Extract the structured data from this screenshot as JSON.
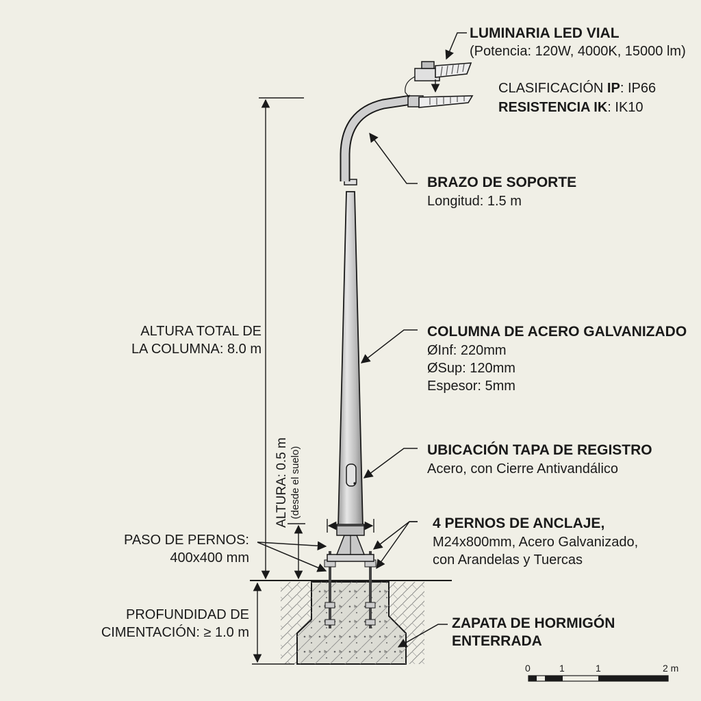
{
  "luminaire": {
    "title": "LUMINARIA LED VIAL",
    "spec": "(Potencia: 120W, 4000K, 15000 lm)",
    "ip_label": "CLASIFICACIÓN ",
    "ip_key": "IP",
    "ip_value": ": IP66",
    "ik_key": "RESISTENCIA IK",
    "ik_value": ": IK10"
  },
  "arm": {
    "title": "BRAZO DE SOPORTE",
    "length": "Longitud: 1.5 m"
  },
  "column": {
    "title": "COLUMNA DE ACERO GALVANIZADO",
    "d_inf": "ØInf: 220mm",
    "d_sup": "ØSup: 120mm",
    "thickness": "Espesor: 5mm"
  },
  "access_panel": {
    "title": "UBICACIÓN TAPA DE REGISTRO",
    "spec": "Acero, con Cierre Antivandálico"
  },
  "anchor_bolts": {
    "title": "4 PERNOS DE ANCLAJE,",
    "spec_1": "M24x800mm, Acero Galvanizado,",
    "spec_2": "con Arandelas y Tuercas"
  },
  "footing": {
    "title_1": "ZAPATA DE HORMIGÓN",
    "title_2": "ENTERRADA"
  },
  "dims": {
    "total_height_1": "ALTURA TOTAL DE",
    "total_height_2": "LA COLUMNA: 8.0 m",
    "panel_height": "ALTURA: 0.5 m",
    "panel_height_note": "(desde el suelo)",
    "bolt_pitch_1": "PASO DE PERNOS:",
    "bolt_pitch_2": "400x400 mm",
    "depth_1": "PROFUNDIDAD DE",
    "depth_2": "CIMENTACIÓN: ≥ 1.0 m"
  },
  "scale_bar": {
    "labels": [
      "0",
      "1",
      "1",
      "2 m"
    ]
  }
}
